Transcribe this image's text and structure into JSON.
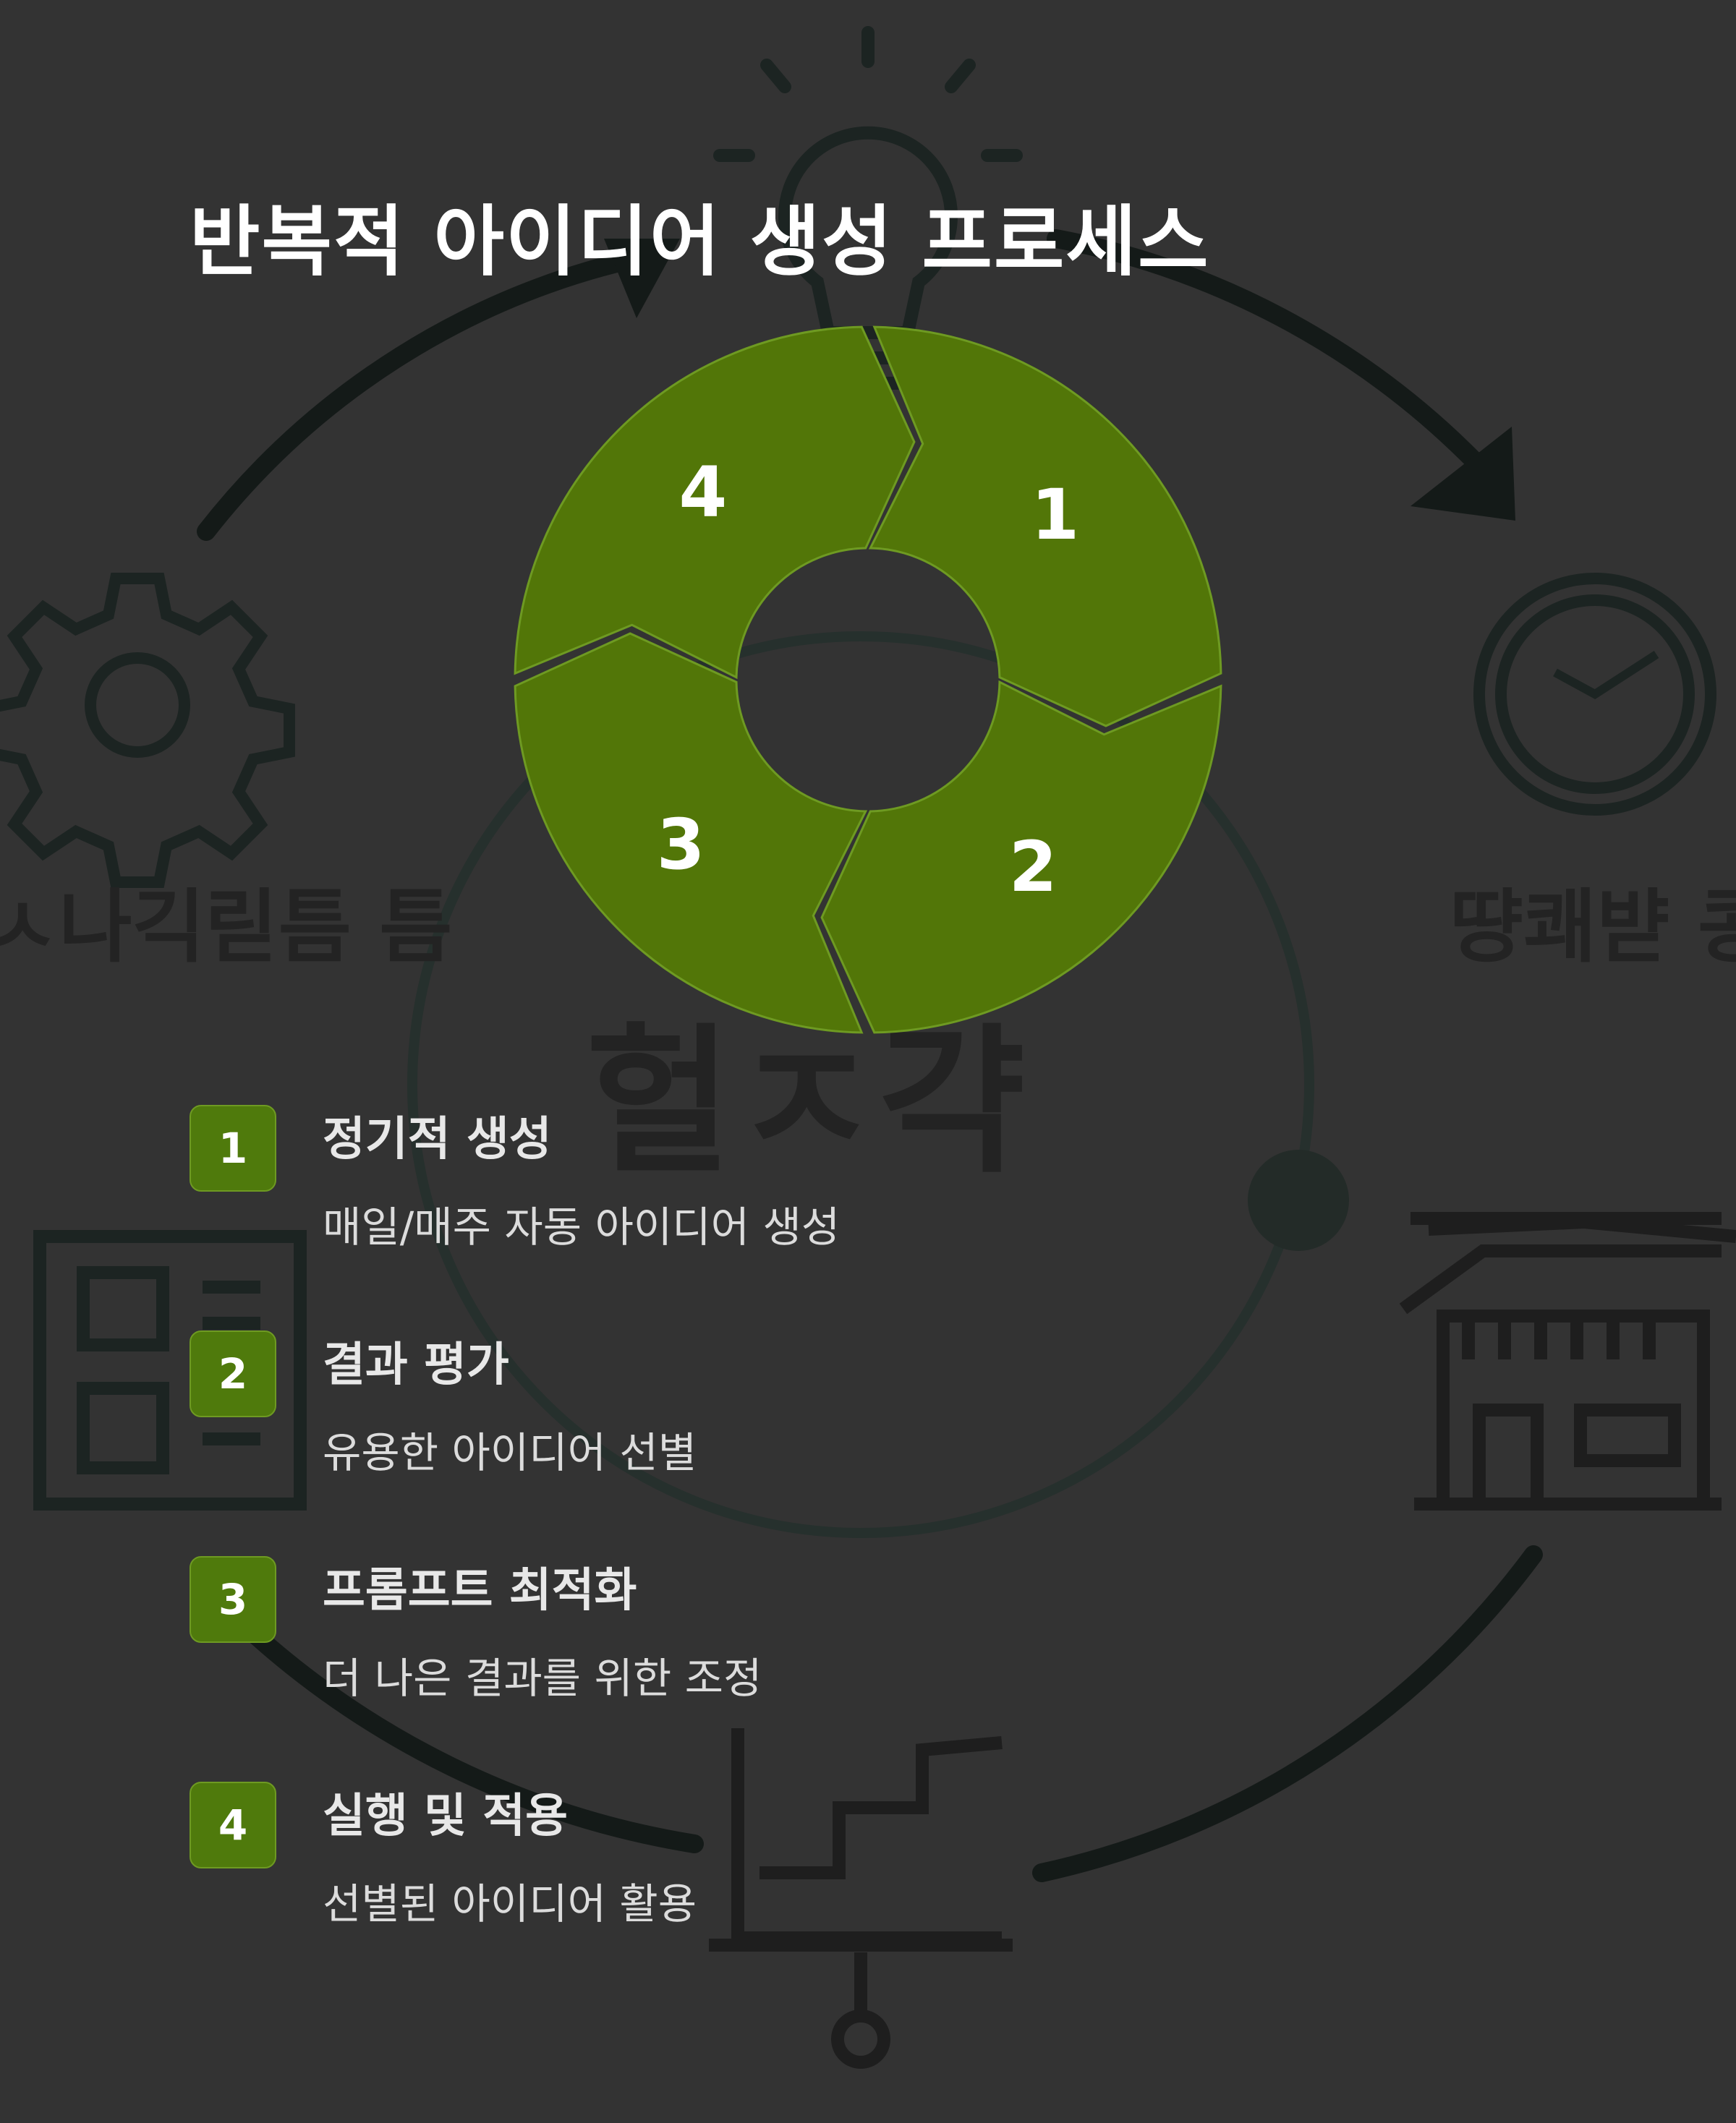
{
  "title": "반복적 아이디어 생성 프로세스",
  "colors": {
    "background": "#333333",
    "segment_fill": "#527608",
    "segment_stroke": "#6e9a22",
    "badge": "#4f7a0c",
    "title_text": "#ffffff",
    "background_art": "#1f2624"
  },
  "background_art": {
    "icons": [
      "lightbulb-icon",
      "gear-icon",
      "clock-icon",
      "document-icon",
      "building-icon",
      "chart-icon",
      "cycle-arrows-icon"
    ],
    "ghost_labels": {
      "left": "ㅅ나긱릳틈 틈",
      "right": "땽쾌뱓 콩",
      "center": "헐ㅈ갹"
    }
  },
  "cycle": {
    "segments": [
      {
        "number": "1"
      },
      {
        "number": "2"
      },
      {
        "number": "3"
      },
      {
        "number": "4"
      }
    ]
  },
  "steps": [
    {
      "number": "1",
      "title": "정기적 생성",
      "description": "매일/매주 자동 아이디어 생성"
    },
    {
      "number": "2",
      "title": "결과 평가",
      "description": "유용한 아이디어 선별"
    },
    {
      "number": "3",
      "title": "프롬프트 최적화",
      "description": "더 나은 결과를 위한 조정"
    },
    {
      "number": "4",
      "title": "실행 및 적용",
      "description": "선별된 아이디어 활용"
    }
  ]
}
